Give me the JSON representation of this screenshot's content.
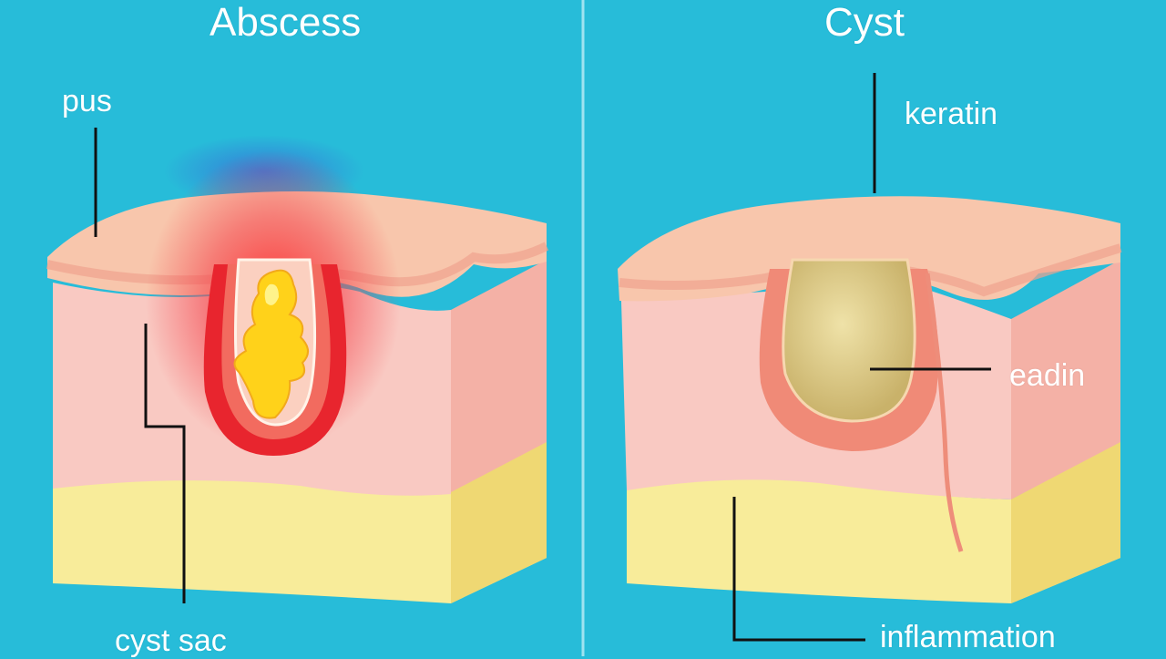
{
  "panels": {
    "left": {
      "title": "Abscess"
    },
    "right": {
      "title": "Cyst"
    }
  },
  "labels": {
    "pus": "pus",
    "cyst_sac": "cyst sac",
    "keratin": "keratin",
    "eadin": "eadin",
    "inflammation": "inflammation"
  },
  "colors": {
    "background": "#27bcd9",
    "divider": "#9fe3f0",
    "epidermis": "#f6c4a9",
    "dermis": "#f9c9c2",
    "fat": "#f8ec9a",
    "inflamed_red": "#e8252e",
    "pus_yellow": "#ffd21a",
    "keratin_tan": "#d8c486",
    "leader_line": "#111111"
  }
}
